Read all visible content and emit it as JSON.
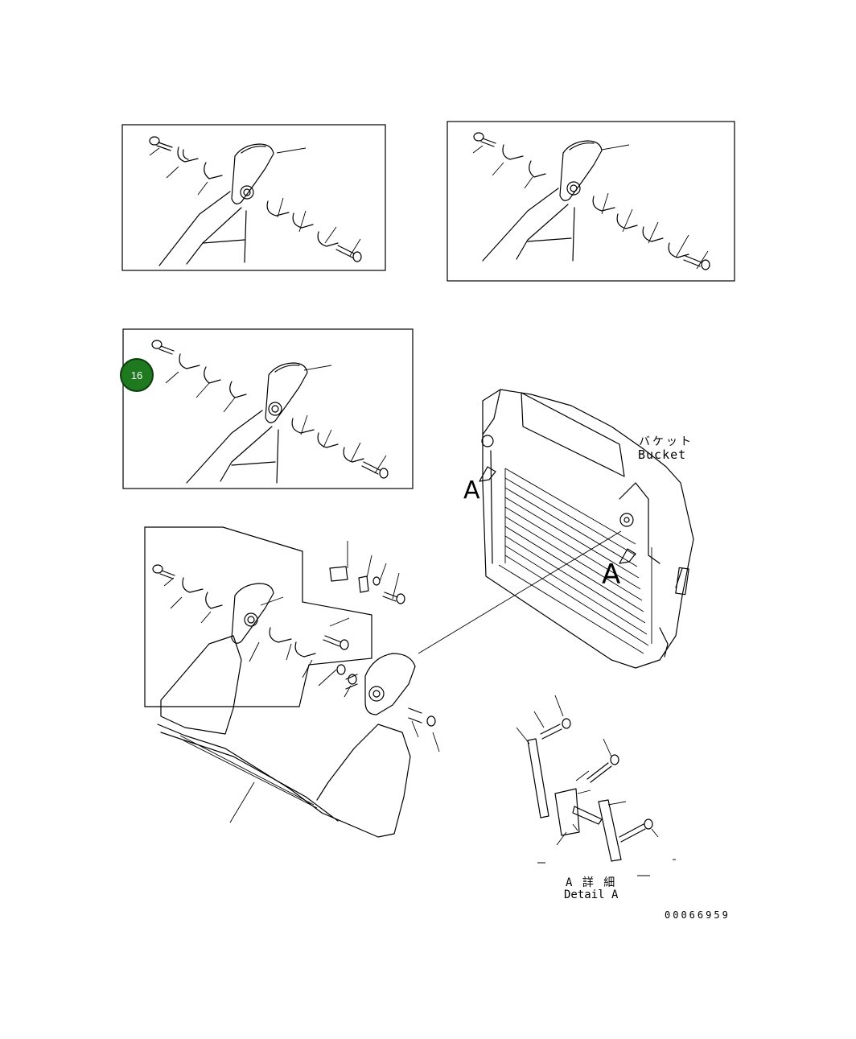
{
  "callout": {
    "number": "16",
    "color": "#1f7a1f"
  },
  "bucket_label": {
    "jp": "バケット",
    "en": "Bucket"
  },
  "view_marker": {
    "letter": "A"
  },
  "detail_label": {
    "jp": "A 詳 細",
    "en": "Detail A"
  },
  "drawing_number": "00066959"
}
